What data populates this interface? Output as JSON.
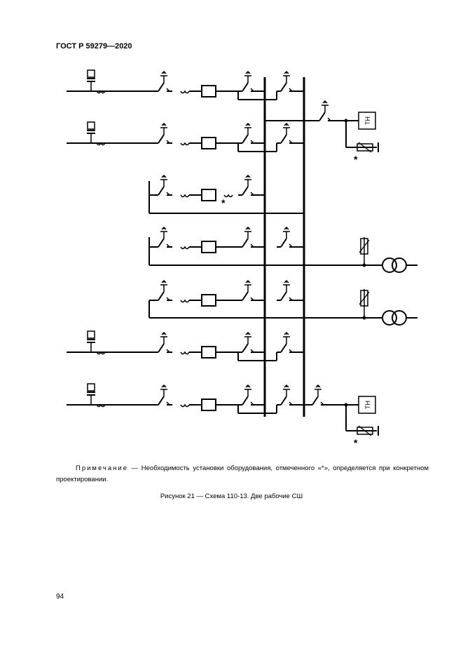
{
  "header": {
    "doc_id": "ГОСТ Р 59279—2020"
  },
  "diagram": {
    "th_label": "ТН",
    "asterisk": "*"
  },
  "note": {
    "label": "Примечание",
    "text": " — Необходимость установки оборудования, отмеченного «*», определяется при конкретном проектировании."
  },
  "caption": "Рисунок 21 — Схема 110-13. Две рабочие СШ",
  "page_number": "94"
}
